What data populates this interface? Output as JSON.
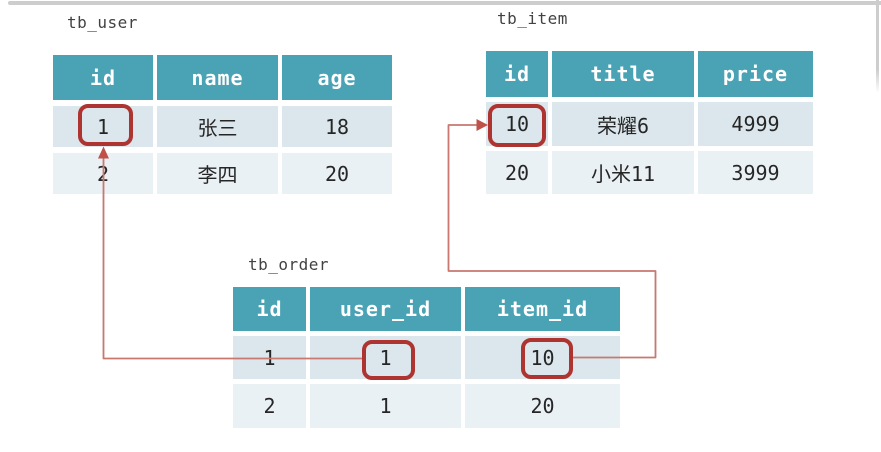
{
  "frame": {
    "top_strip": "screenshot-window-edge",
    "right_strip": "screenshot-window-edge"
  },
  "colors": {
    "header_bg": "#4aa2b5",
    "row_first_bg": "#dbe7ec",
    "row_second_bg": "#eaf1f5",
    "header_text": "#ffffff",
    "cell_text": "#262626",
    "label_text": "#424242",
    "highlight_border": "#ad3430",
    "connector_line": "#c8786f",
    "arrowhead": "#c0504a",
    "frame_gray": "#cdcdcd"
  },
  "tables": {
    "user": {
      "label": "tb_user",
      "columns": [
        "id",
        "name",
        "age"
      ],
      "rows": [
        [
          "1",
          "张三",
          "18"
        ],
        [
          "2",
          "李四",
          "20"
        ]
      ]
    },
    "item": {
      "label": "tb_item",
      "columns": [
        "id",
        "title",
        "price"
      ],
      "rows": [
        [
          "10",
          "荣耀6",
          "4999"
        ],
        [
          "20",
          "小米11",
          "3999"
        ]
      ]
    },
    "order": {
      "label": "tb_order",
      "columns": [
        "id",
        "user_id",
        "item_id"
      ],
      "rows": [
        [
          "1",
          "1",
          "10"
        ],
        [
          "2",
          "1",
          "20"
        ]
      ]
    }
  },
  "relations": [
    {
      "name": "order-user-foreign-key",
      "from": "tb_order.user_id = 1",
      "to": "tb_user.id = 1"
    },
    {
      "name": "order-item-foreign-key",
      "from": "tb_order.item_id = 10",
      "to": "tb_item.id = 10"
    }
  ]
}
